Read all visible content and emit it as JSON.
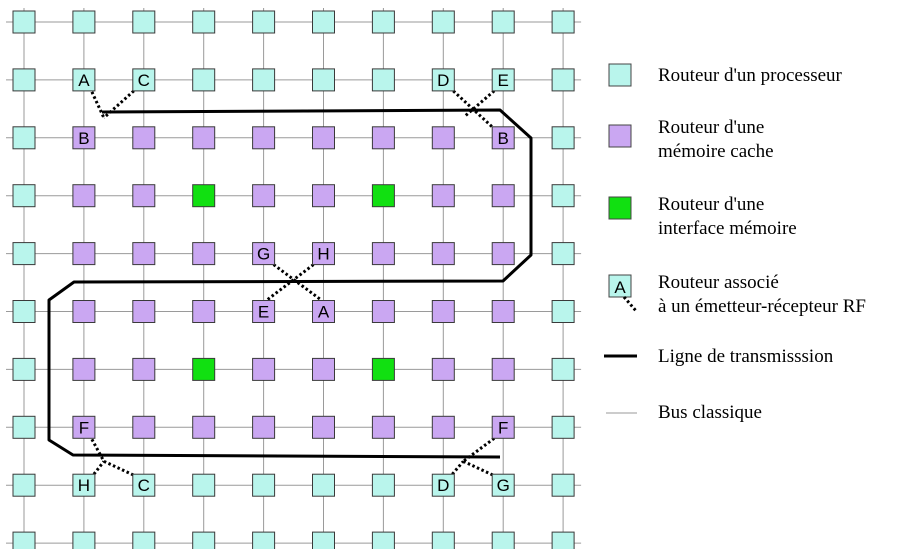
{
  "grid": {
    "rows": 10,
    "cols": 10,
    "cells": [
      "PPPPPPPPPP",
      "PPPPPPPPPP",
      "PMMMMMMMMP",
      "PMMIMMIMMP",
      "PMMMMMMMMP",
      "PMMMMMMMMP",
      "PMMIMMIMMP",
      "PMMMMMMMMP",
      "PPPPPPPPPP",
      "PPPPPPPPPP"
    ]
  },
  "rf_labels": [
    {
      "row": 1,
      "col": 1,
      "text": "A"
    },
    {
      "row": 1,
      "col": 2,
      "text": "C"
    },
    {
      "row": 2,
      "col": 1,
      "text": "B"
    },
    {
      "row": 1,
      "col": 7,
      "text": "D"
    },
    {
      "row": 1,
      "col": 8,
      "text": "E"
    },
    {
      "row": 2,
      "col": 8,
      "text": "B"
    },
    {
      "row": 4,
      "col": 4,
      "text": "G"
    },
    {
      "row": 4,
      "col": 5,
      "text": "H"
    },
    {
      "row": 5,
      "col": 4,
      "text": "E"
    },
    {
      "row": 5,
      "col": 5,
      "text": "A"
    },
    {
      "row": 7,
      "col": 1,
      "text": "F"
    },
    {
      "row": 7,
      "col": 8,
      "text": "F"
    },
    {
      "row": 8,
      "col": 1,
      "text": "H"
    },
    {
      "row": 8,
      "col": 2,
      "text": "C"
    },
    {
      "row": 8,
      "col": 7,
      "text": "D"
    },
    {
      "row": 8,
      "col": 8,
      "text": "G"
    }
  ],
  "legend": {
    "processor_router": "Routeur d'un processeur",
    "cache_router_line1": "Routeur d'une",
    "cache_router_line2": "mémoire cache",
    "memory_interface_line1": "Routeur d'une",
    "memory_interface_line2": "interface mémoire",
    "rf_router_line1": "Routeur associé",
    "rf_router_line2": "à un émetteur-récepteur RF",
    "rf_example_letter": "A",
    "transmission_line": "Ligne de transmisssion",
    "classic_bus": "Bus classique"
  },
  "colors": {
    "processor": "#b9f5ec",
    "cache": "#caa7f2",
    "interface": "#11e011",
    "bus": "#9a9a9a",
    "line": "#000000"
  }
}
